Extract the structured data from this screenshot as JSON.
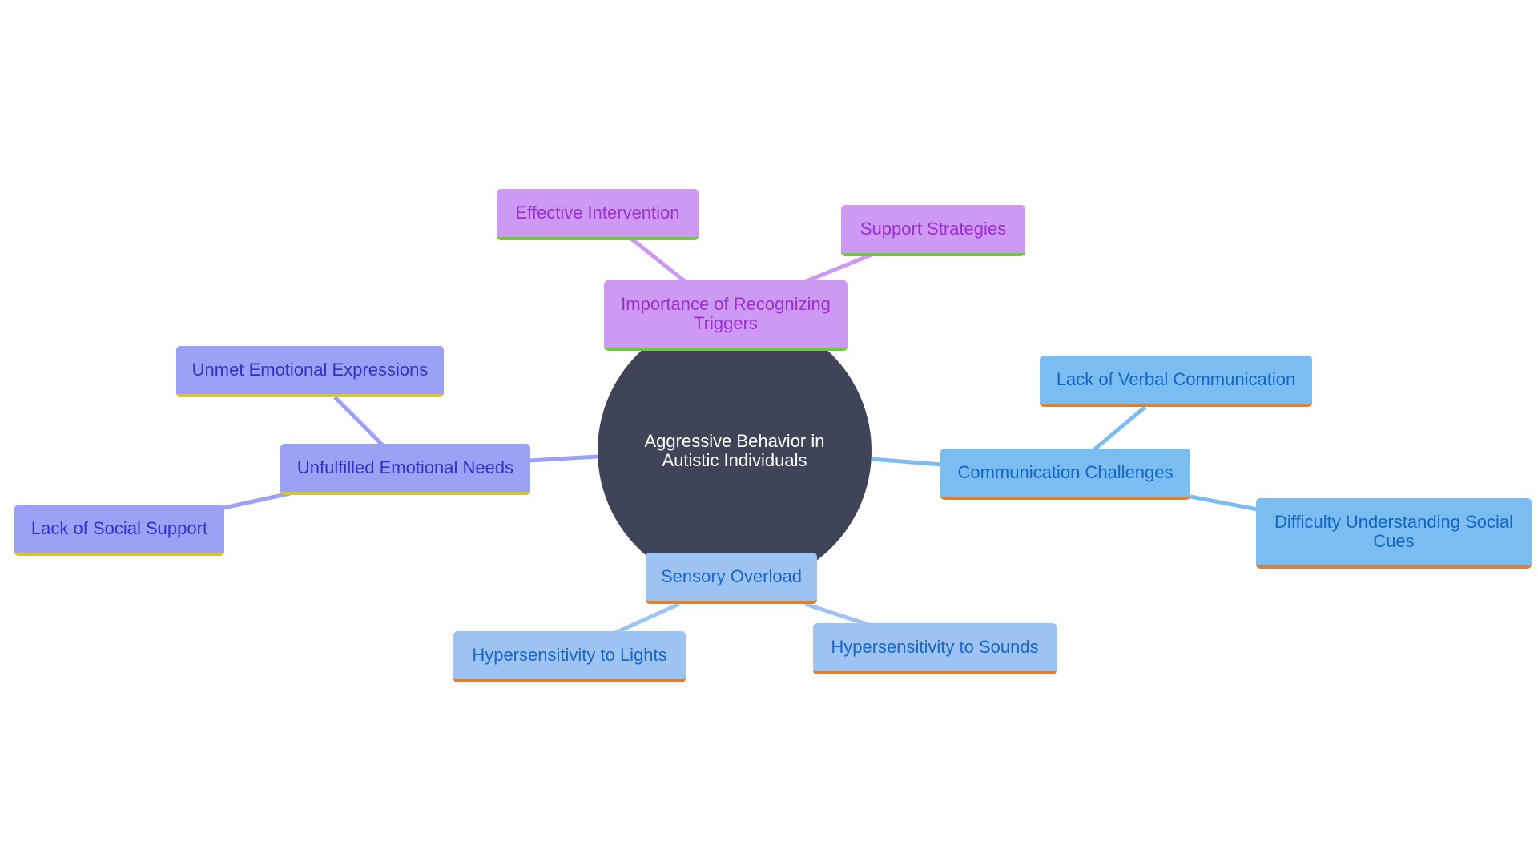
{
  "center": {
    "label": "Aggressive Behavior in Autistic Individuals"
  },
  "colors": {
    "center_fill": "#404459",
    "purple_branch": "#cd99f2",
    "indigo_branch": "#9ba1f5",
    "sky_branch": "#7bbdf0",
    "light_branch": "#9dc3f2",
    "accent_green": "#6ec93c",
    "accent_yellow": "#d2c731",
    "accent_orange": "#d7823a"
  },
  "branches": {
    "triggers": {
      "label": "Importance of Recognizing Triggers",
      "children": [
        "Effective Intervention",
        "Support Strategies"
      ]
    },
    "emotional": {
      "label": "Unfulfilled Emotional Needs",
      "children": [
        "Unmet Emotional Expressions",
        "Lack of Social Support"
      ]
    },
    "communication": {
      "label": "Communication Challenges",
      "children": [
        "Lack of Verbal Communication",
        "Difficulty Understanding Social Cues"
      ]
    },
    "sensory": {
      "label": "Sensory Overload",
      "children": [
        "Hypersensitivity to Lights",
        "Hypersensitivity to Sounds"
      ]
    }
  }
}
